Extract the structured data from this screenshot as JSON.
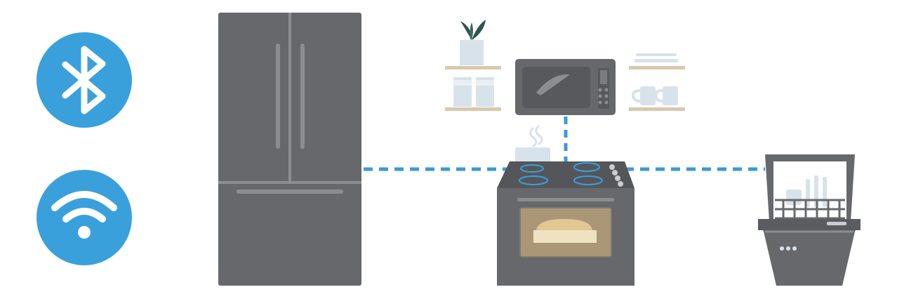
{
  "scene": {
    "description_free": true,
    "connectivity_icons": [
      {
        "name": "bluetooth-icon",
        "color": "#3aa0dc"
      },
      {
        "name": "wifi-icon",
        "color": "#3aa0dc"
      }
    ],
    "appliances": [
      {
        "name": "refrigerator",
        "color": "#66686c"
      },
      {
        "name": "microwave",
        "color": "#66686c"
      },
      {
        "name": "range-oven",
        "color": "#66686c"
      },
      {
        "name": "dishwasher",
        "color": "#66686c"
      }
    ],
    "connection_line_color": "#3a9ad6",
    "shelf_color": "#d9c8ae",
    "accent_colors": {
      "appliance_dark": "#66686c",
      "appliance_light": "#8b8d91",
      "burner_ring": "#3aa0dc",
      "oven_window": "#a99778",
      "bread": "#e2c793",
      "plant_leaf": "#2d5650",
      "jar": "#d8e2ea"
    }
  }
}
